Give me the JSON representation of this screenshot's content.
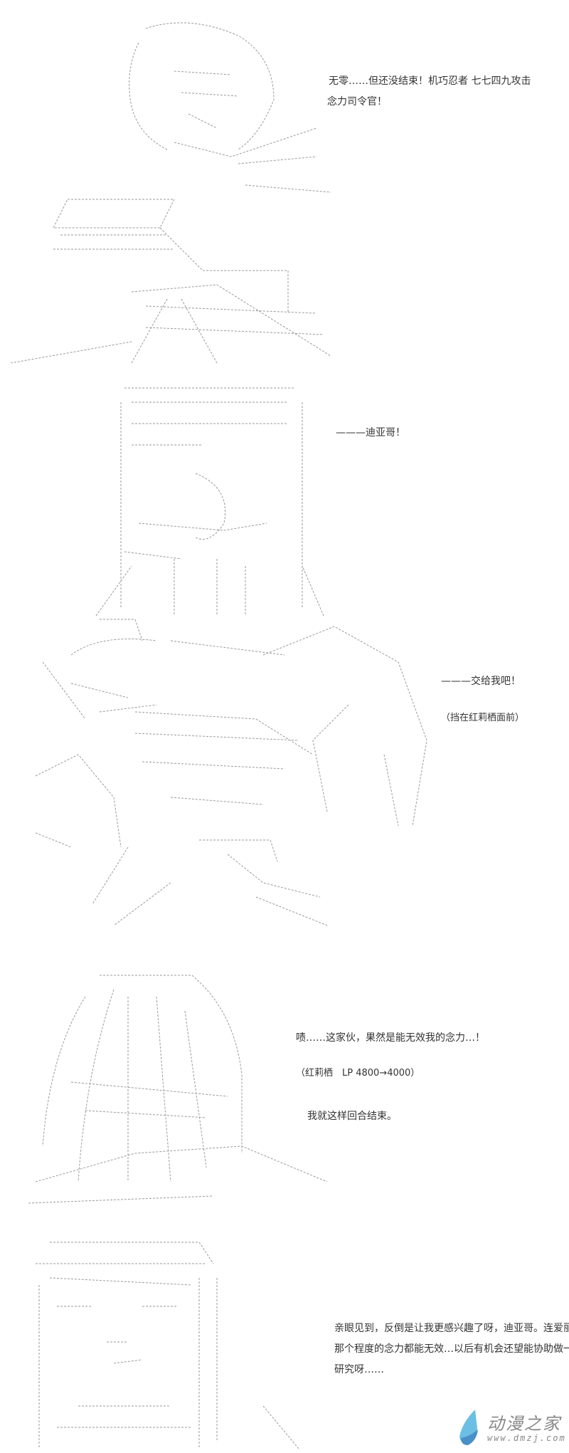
{
  "panels": [
    {
      "lines": [
        "无零……但还没结束！机巧忍者 七七四九攻击",
        "念力司令官！"
      ]
    },
    {
      "lines": [
        "———迪亚哥！"
      ]
    },
    {
      "lines": [
        "———交给我吧！",
        "（挡在红莉栖面前）"
      ]
    },
    {
      "lines": [
        "啧……这家伙，果然是能无效我的念力…！",
        "（红莉栖　LP 4800→4000）",
        "我就这样回合结束。"
      ]
    },
    {
      "lines": [
        "亲眼见到，反倒是让我更感兴趣了呀，迪亚哥。连爱丽丝",
        "那个程度的念力都能无效…以后有机会还望能协助做一下",
        "研究呀……"
      ]
    }
  ],
  "watermark": {
    "name": "动漫之家",
    "url": "www.dmzj.com",
    "color": "#5aaedc"
  }
}
